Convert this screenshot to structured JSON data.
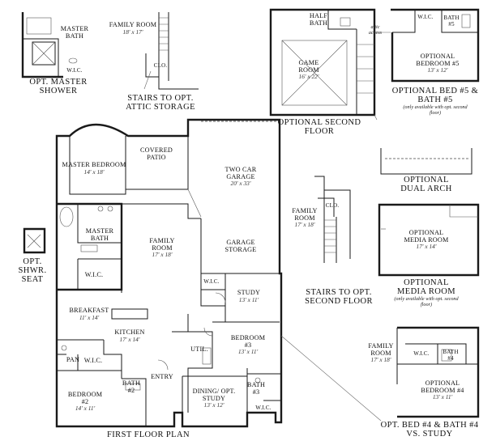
{
  "main_plan": {
    "title": "FIRST FLOOR PLAN",
    "rooms": [
      {
        "id": "master-bedroom",
        "name": "MASTER BEDROOM",
        "dims": "14' x 18'"
      },
      {
        "id": "covered-patio",
        "name": "COVERED PATIO",
        "dims": ""
      },
      {
        "id": "two-car-garage",
        "name": "TWO CAR GARAGE",
        "dims": "20' x 33'"
      },
      {
        "id": "master-bath",
        "name": "MASTER BATH",
        "dims": ""
      },
      {
        "id": "family-room",
        "name": "FAMILY ROOM",
        "dims": "17' x 18'"
      },
      {
        "id": "garage-storage",
        "name": "GARAGE STORAGE",
        "dims": ""
      },
      {
        "id": "wic-master",
        "name": "W.I.C.",
        "dims": ""
      },
      {
        "id": "wic-garage",
        "name": "W.I.C.",
        "dims": ""
      },
      {
        "id": "study",
        "name": "STUDY",
        "dims": "13' x 11'"
      },
      {
        "id": "breakfast",
        "name": "BREAKFAST",
        "dims": "11' x 14'"
      },
      {
        "id": "kitchen",
        "name": "KITCHEN",
        "dims": "17' x 14'"
      },
      {
        "id": "bedroom-3",
        "name": "BEDROOM #3",
        "dims": "13' x 11'"
      },
      {
        "id": "pan",
        "name": "PAN",
        "dims": ""
      },
      {
        "id": "wic-bed2",
        "name": "W.I.C.",
        "dims": ""
      },
      {
        "id": "util",
        "name": "UTIL.",
        "dims": ""
      },
      {
        "id": "bedroom-2",
        "name": "BEDROOM #2",
        "dims": "14' x 11'"
      },
      {
        "id": "bath-2",
        "name": "BATH #2",
        "dims": ""
      },
      {
        "id": "entry",
        "name": "ENTRY",
        "dims": ""
      },
      {
        "id": "dining",
        "name": "DINING/ OPT. STUDY",
        "dims": "13' x 12'"
      },
      {
        "id": "bath-3",
        "name": "BATH #3",
        "dims": ""
      },
      {
        "id": "wic-bed3",
        "name": "W.I.C.",
        "dims": ""
      }
    ]
  },
  "options": [
    {
      "id": "opt-master-shower",
      "title": "OPT. MASTER SHOWER",
      "rooms": [
        {
          "name": "MASTER BATH",
          "dims": ""
        },
        {
          "name": "W.I.C.",
          "dims": ""
        }
      ]
    },
    {
      "id": "opt-attic-stairs",
      "title": "STAIRS TO OPT. ATTIC STORAGE",
      "rooms": [
        {
          "name": "FAMILY ROOM",
          "dims": "18' x 17'"
        },
        {
          "name": "CLO.",
          "dims": ""
        }
      ]
    },
    {
      "id": "opt-second-floor",
      "title": "OPTIONAL SECOND FLOOR",
      "rooms": [
        {
          "name": "HALF BATH",
          "dims": ""
        },
        {
          "name": "GAME ROOM",
          "dims": "16' x 22'"
        },
        {
          "name": "attic access",
          "dims": ""
        }
      ]
    },
    {
      "id": "opt-bed5",
      "title": "OPTIONAL BED #5 & BATH #5",
      "note": "(only available with opt. second floor)",
      "rooms": [
        {
          "name": "W.I.C.",
          "dims": ""
        },
        {
          "name": "BATH #5",
          "dims": ""
        },
        {
          "name": "OPTIONAL BEDROOM #5",
          "dims": "13' x 12'"
        }
      ]
    },
    {
      "id": "opt-dual-arch",
      "title": "OPTIONAL DUAL ARCH",
      "rooms": []
    },
    {
      "id": "opt-shwr-seat",
      "title": "OPT. SHWR. SEAT",
      "rooms": []
    },
    {
      "id": "opt-second-stairs",
      "title": "STAIRS TO OPT. SECOND FLOOR",
      "rooms": [
        {
          "name": "FAMILY ROOM",
          "dims": "17' x 18'"
        },
        {
          "name": "CLO.",
          "dims": ""
        }
      ]
    },
    {
      "id": "opt-media",
      "title": "OPTIONAL MEDIA ROOM",
      "note": "(only available with opt. second floor)",
      "rooms": [
        {
          "name": "OPTIONAL MEDIA ROOM",
          "dims": "17' x 14'"
        }
      ]
    },
    {
      "id": "opt-bed4",
      "title": "OPT. BED #4 & BATH #4 VS. STUDY",
      "rooms": [
        {
          "name": "FAMILY ROOM",
          "dims": "17' x 18'"
        },
        {
          "name": "W.I.C.",
          "dims": ""
        },
        {
          "name": "BATH #4",
          "dims": ""
        },
        {
          "name": "OPTIONAL BEDROOM #4",
          "dims": "13' x 11'"
        }
      ]
    }
  ]
}
